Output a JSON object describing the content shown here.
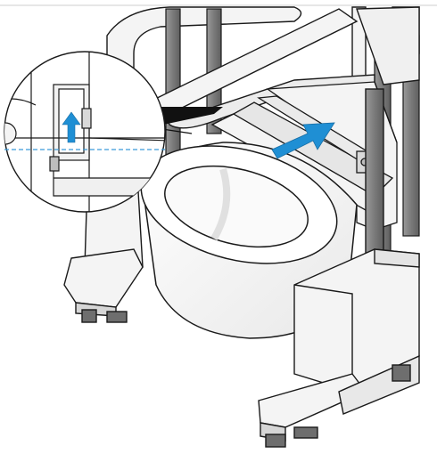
{
  "illustration": {
    "subject": "toilet-lift-frame-with-bowl",
    "detail_view": "magnified-bracket-callout",
    "arrows": [
      "up-arrow-in-callout",
      "slide-in-arrow"
    ]
  },
  "colors": {
    "line": "#1a1a1a",
    "body_fill": "#f4f4f4",
    "shade": "#e2e2e2",
    "post": "#8a8a8a",
    "post_dark": "#6e6e6e",
    "accent_arrow": "#1f8fd4",
    "dashed_guide": "#3a9ad9",
    "leader": "#111111"
  }
}
